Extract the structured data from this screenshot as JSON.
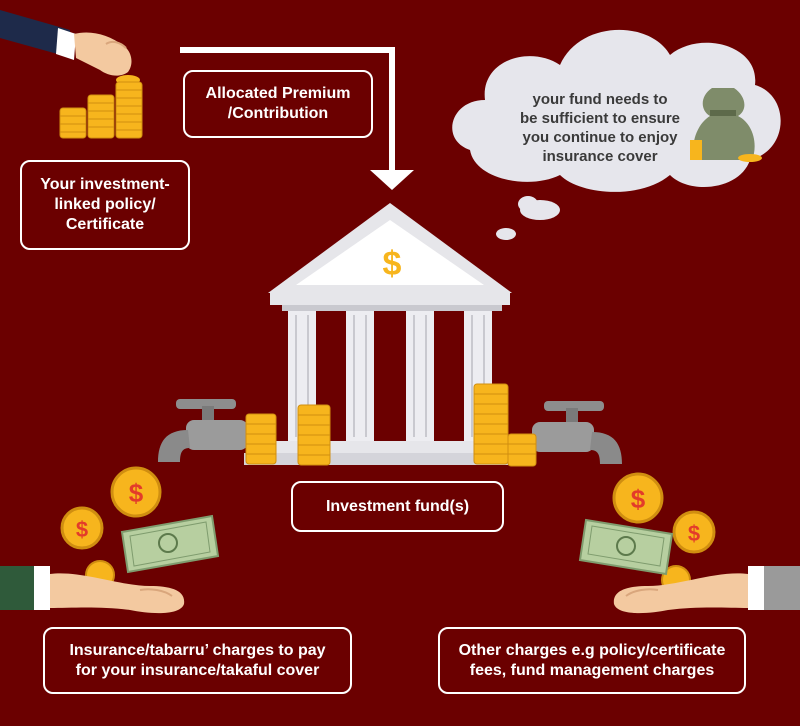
{
  "flow": {
    "premium_box": {
      "line1": "Allocated Premium",
      "line2": "/Contribution"
    },
    "policy_box": {
      "line1": "Your investment-",
      "line2": "linked policy/",
      "line3": "Certificate"
    },
    "fund_box": {
      "label": "Investment fund(s)"
    },
    "insurance_box": {
      "line1": "Insurance/tabarru’ charges to pay",
      "line2": "for your insurance/takaful cover"
    },
    "other_box": {
      "line1": "Other charges e.g policy/certificate",
      "line2": "fees, fund management charges"
    }
  },
  "cloud": {
    "line1": "your fund needs to",
    "line2": "be sufficient to ensure",
    "line3": "you continue to enjoy",
    "line4": "insurance cover"
  },
  "icons": {
    "bank_symbol": "$",
    "coin_symbol": "$"
  },
  "colors": {
    "background": "#6b0000",
    "coin": "#f7b51d",
    "money": "#c9dcb5",
    "bank": "#e6e6ea"
  }
}
